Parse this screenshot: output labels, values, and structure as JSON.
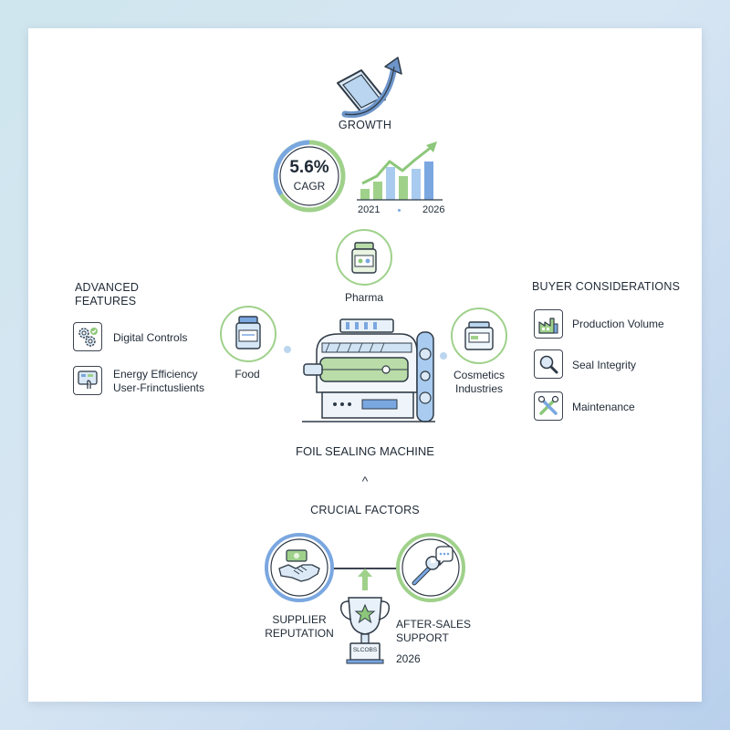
{
  "growth": {
    "title": "GROWTH",
    "cagr_value": "5.6%",
    "cagr_label": "CAGR",
    "year_start": "2021",
    "year_end": "2026",
    "colors": {
      "green": "#9fd18b",
      "blue": "#7aa7e0",
      "dark": "#2f3a46"
    }
  },
  "industries": {
    "pharma": "Pharma",
    "food": "Food",
    "cosmetics_line1": "Cosmetics",
    "cosmetics_line2": "Industries"
  },
  "advanced_features": {
    "title_line1": "ADVANCED",
    "title_line2": "FEATURES",
    "items": [
      {
        "label_line1": "Digital Controls",
        "label_line2": "",
        "icon": "gear-check-icon"
      },
      {
        "label_line1": "Energy Efficiency",
        "label_line2": "User-Frinctuslients",
        "icon": "touch-panel-icon"
      }
    ]
  },
  "buyer_considerations": {
    "title": "BUYER CONSIDERATIONS",
    "items": [
      {
        "label": "Production Volume",
        "icon": "factory-icon"
      },
      {
        "label": "Seal Integrity",
        "icon": "magnifier-icon"
      },
      {
        "label": "Maintenance",
        "icon": "tools-icon"
      }
    ]
  },
  "machine": {
    "title": "FOIL SEALING MACHINE"
  },
  "crucial_factors": {
    "chevron": "^",
    "title": "CRUCIAL FACTORS",
    "supplier_line1": "SUPPLIER",
    "supplier_line2": "REPUTATION",
    "support_line1": "AFTER-SALES",
    "support_line2": "SUPPORT",
    "trophy_plate": "SLCOBS",
    "year": "2026"
  }
}
